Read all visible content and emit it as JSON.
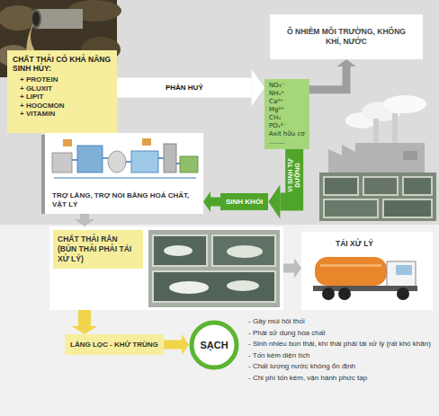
{
  "diagram": {
    "nodes": [
      {
        "text": [
          "CHẤT THẢI CÓ KHẢ NĂNG SINH HỦY:",
          "+ PROTEIN",
          "+ GLUXIT",
          "+ LIPIT",
          "+ HOOCMON",
          "+ VITAMIN"
        ]
      },
      {
        "text": [
          "NO₃⁻",
          "NH₄⁺",
          "Ca²⁺",
          "Mg²⁺",
          "CH₄",
          "PO₄³⁻",
          "Axit hữu cơ",
          "........"
        ]
      },
      {
        "text": [
          "Ô NHIỄM MÔI TRƯỜNG, KHÔNG KHÍ, NƯỚC"
        ]
      },
      {
        "text": [
          "SINH KHỐI"
        ]
      },
      {
        "text": [
          "TRỢ LẮNG, TRỢ NỔI BẰNG HOÁ CHẤT, VẬT LÝ"
        ]
      },
      {
        "text": [
          "CHẤT THẢI RẮN (BÙN THẢI PHẢI TÁI XỬ LÝ)"
        ]
      },
      {
        "text": [
          "TÁI XỬ LÝ"
        ]
      },
      {
        "text": [
          "LẮNG LỌC - KHỬ TRÙNG"
        ]
      },
      {
        "text": [
          "SẠCH"
        ]
      }
    ],
    "edges": [
      {
        "from": 0,
        "to": 1,
        "label": "PHÂN HUỶ",
        "arrow": "to"
      },
      {
        "from": 1,
        "to": 2,
        "arrow": "to"
      },
      {
        "from": 1,
        "to": 3,
        "label": "VI SINH TỰ DƯỠNG",
        "arrow": "to"
      },
      {
        "from": 3,
        "to": 4,
        "arrow": "to"
      },
      {
        "from": 4,
        "to": 5,
        "arrow": "to"
      },
      {
        "from": 5,
        "to": 6,
        "arrow": "to"
      },
      {
        "from": 5,
        "to": 7,
        "arrow": "to"
      },
      {
        "from": 7,
        "to": 8,
        "arrow": "to"
      }
    ],
    "labels": [
      "- Gây mùi hôi thối",
      "- Phải sử dụng hóa chất",
      "- Sinh nhiều bùn thải, khí thải phải tái xử lý (rất khó khăn)",
      "- Tốn kém diện tích",
      "- Chất lượng nước không ổn định",
      "- Chi phí tốn kém, vận hành phức tạp"
    ]
  }
}
